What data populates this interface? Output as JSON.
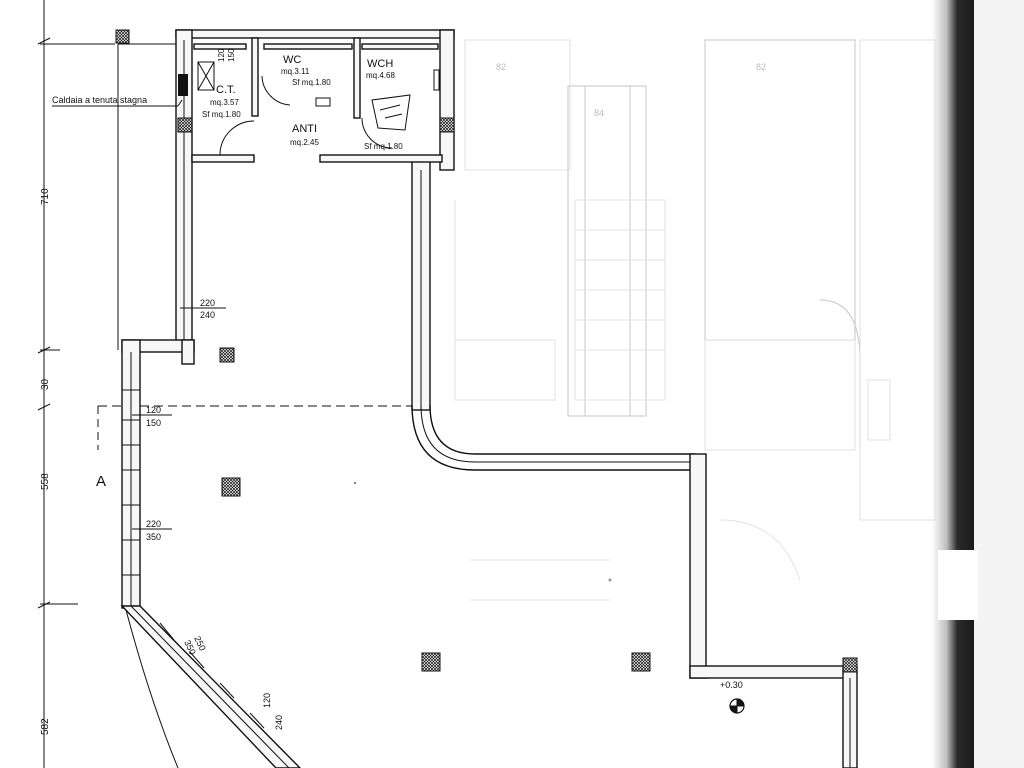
{
  "rooms": {
    "ct": {
      "name": "C.T.",
      "area": "mq.3.57",
      "sf": "Sf mq.1.80"
    },
    "wc": {
      "name": "WC",
      "area": "mq.3.11",
      "sf": "Sf mq.1.80"
    },
    "wch": {
      "name": "WCH",
      "area": "mq.4.68",
      "sf": "Sf mq.1.80"
    },
    "anti": {
      "name": "ANTI",
      "area": "mq.2.45"
    }
  },
  "notes": {
    "caldaia": "Caldaia a tenuta stagna",
    "section_a": "A",
    "level": "+0.30"
  },
  "openings": {
    "o1": [
      "120",
      "150"
    ],
    "o2": [
      "220",
      "240"
    ],
    "o3": [
      "120",
      "150"
    ],
    "o4": [
      "220",
      "350"
    ],
    "o5": [
      "250",
      "350"
    ],
    "o6": [
      "120",
      "240"
    ]
  },
  "dimensions": {
    "d1": "710",
    "d2": "30",
    "d3": "558",
    "d4": "582"
  },
  "ghost_labels": {
    "g1": "82",
    "g2": "82",
    "g3": "84"
  },
  "colors": {
    "ink": "#111111",
    "scan_shadow": "#1a1a1a",
    "faint_background": "#cfcfcf"
  }
}
